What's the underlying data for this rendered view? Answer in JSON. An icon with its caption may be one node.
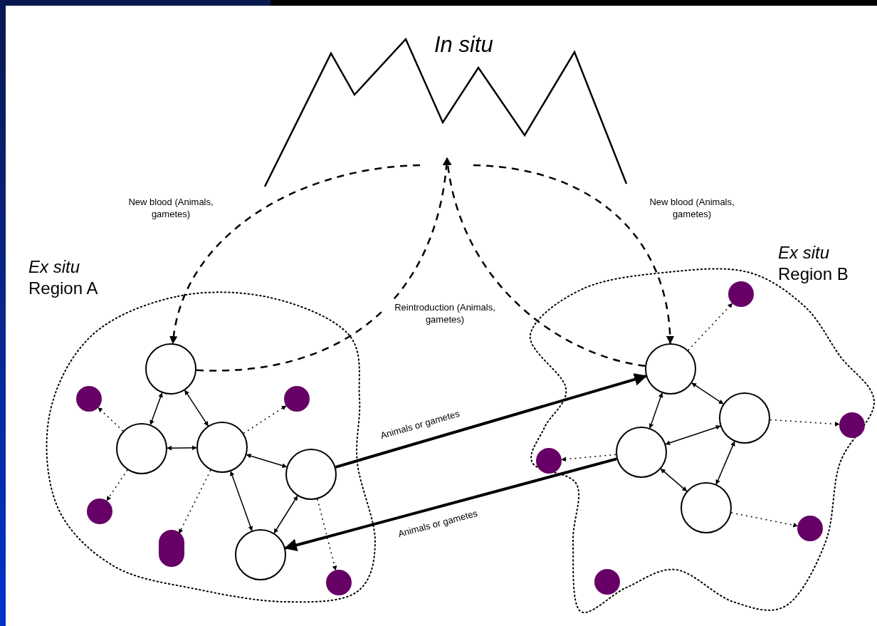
{
  "diagram": {
    "nodes": [
      {
        "text": [
          "In situ"
        ]
      },
      {
        "text": [
          "Ex situ",
          "Region A"
        ]
      },
      {
        "text": [
          "Ex situ",
          "Region B"
        ]
      },
      {
        "text": [],
        "shape": "circle",
        "in": 1
      },
      {
        "text": [],
        "shape": "circle",
        "in": 1
      },
      {
        "text": [],
        "shape": "circle",
        "in": 1
      },
      {
        "text": [],
        "shape": "circle",
        "in": 1
      },
      {
        "text": [],
        "shape": "circle",
        "in": 1
      },
      {
        "text": [],
        "shape": "circle",
        "in": 1
      },
      {
        "text": [],
        "shape": "circle",
        "in": 1
      },
      {
        "text": [],
        "shape": "circle",
        "in": 1
      },
      {
        "text": [],
        "shape": "circle",
        "in": 1
      },
      {
        "text": [],
        "shape": "circle",
        "in": 1
      },
      {
        "text": [],
        "shape": "circle",
        "in": 2
      },
      {
        "text": [],
        "shape": "circle",
        "in": 2
      },
      {
        "text": [],
        "shape": "circle",
        "in": 2
      },
      {
        "text": [],
        "shape": "circle",
        "in": 2
      },
      {
        "text": [],
        "shape": "circle",
        "in": 2
      },
      {
        "text": [],
        "shape": "circle",
        "in": 2
      },
      {
        "text": [],
        "shape": "circle",
        "in": 2
      },
      {
        "text": [],
        "shape": "circle",
        "in": 2
      },
      {
        "text": [],
        "shape": "circle",
        "in": 2
      }
    ],
    "edges": [
      {
        "from": 0,
        "to": 3,
        "arrow": "to",
        "label": "New blood (Animals, gametes)",
        "style": "dashed"
      },
      {
        "from": 0,
        "to": 13,
        "arrow": "to",
        "label": "New blood (Animals, gametes)",
        "style": "dashed"
      },
      {
        "from": 3,
        "to": 0,
        "arrow": "to",
        "label": "Reintroduction (Animals, gametes)",
        "style": "dashed"
      },
      {
        "from": 13,
        "to": 0,
        "arrow": "to",
        "style": "dashed"
      },
      {
        "from": 6,
        "to": 13,
        "arrow": "to",
        "label": "Animals or gametes",
        "style": "thick"
      },
      {
        "from": 15,
        "to": 7,
        "arrow": "to",
        "label": "Animals or gametes",
        "style": "thick"
      },
      {
        "from": 3,
        "to": 4,
        "arrow": "both"
      },
      {
        "from": 3,
        "to": 5,
        "arrow": "both"
      },
      {
        "from": 4,
        "to": 5,
        "arrow": "both"
      },
      {
        "from": 5,
        "to": 6,
        "arrow": "both"
      },
      {
        "from": 5,
        "to": 7,
        "arrow": "both"
      },
      {
        "from": 6,
        "to": 7,
        "arrow": "both"
      },
      {
        "from": 4,
        "to": 8,
        "arrow": "to",
        "style": "dashed"
      },
      {
        "from": 5,
        "to": 9,
        "arrow": "to",
        "style": "dashed"
      },
      {
        "from": 4,
        "to": 10,
        "arrow": "to",
        "style": "dashed"
      },
      {
        "from": 5,
        "to": 11,
        "arrow": "to",
        "style": "dashed"
      },
      {
        "from": 6,
        "to": 12,
        "arrow": "to",
        "style": "dashed"
      },
      {
        "from": 13,
        "to": 14,
        "arrow": "both"
      },
      {
        "from": 13,
        "to": 15,
        "arrow": "both"
      },
      {
        "from": 14,
        "to": 15,
        "arrow": "both"
      },
      {
        "from": 15,
        "to": 16,
        "arrow": "both"
      },
      {
        "from": 14,
        "to": 16,
        "arrow": "both"
      },
      {
        "from": 13,
        "to": 17,
        "arrow": "to",
        "style": "dashed"
      },
      {
        "from": 14,
        "to": 18,
        "arrow": "to",
        "style": "dashed"
      },
      {
        "from": 15,
        "to": 19,
        "arrow": "to",
        "style": "dashed"
      },
      {
        "from": 16,
        "to": 20,
        "arrow": "to",
        "style": "dashed"
      }
    ]
  }
}
